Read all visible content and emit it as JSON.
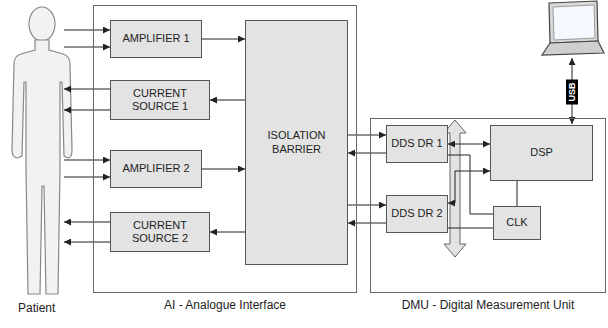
{
  "diagram": {
    "nodes": [
      {
        "text": [
          "AI - Analogue Interface"
        ]
      },
      {
        "text": [
          "AMPLIFIER 1"
        ],
        "in": 0
      },
      {
        "text": [
          "CURRENT SOURCE 1"
        ],
        "in": 0
      },
      {
        "text": [
          "AMPLIFIER 2"
        ],
        "in": 0
      },
      {
        "text": [
          "CURRENT SOURCE 2"
        ],
        "in": 0
      },
      {
        "text": [
          "ISOLATION BARRIER"
        ],
        "in": 0
      },
      {
        "text": [
          "DMU - Digital Measurement Unit"
        ]
      },
      {
        "text": [
          "DDS DR 1"
        ],
        "in": 6
      },
      {
        "text": [
          "DDS DR 2"
        ],
        "in": 6
      },
      {
        "text": [
          "DSP"
        ],
        "in": 6
      },
      {
        "text": [
          "CLK"
        ],
        "in": 6
      }
    ],
    "edges": [
      {
        "from": 1,
        "to": 5,
        "arrow": "to"
      },
      {
        "from": 5,
        "to": 2,
        "arrow": "to"
      },
      {
        "from": 3,
        "to": 5,
        "arrow": "to"
      },
      {
        "from": 5,
        "to": 4,
        "arrow": "to"
      },
      {
        "from": 5,
        "to": 7,
        "arrow": "to"
      },
      {
        "from": 7,
        "to": 5,
        "arrow": "to"
      },
      {
        "from": 5,
        "to": 8,
        "arrow": "to"
      },
      {
        "from": 8,
        "to": 5,
        "arrow": "to"
      },
      {
        "from": 7,
        "to": 9,
        "arrow": "both"
      },
      {
        "from": 8,
        "to": 9,
        "arrow": "both"
      },
      {
        "from": 9,
        "to": 10,
        "arrow": "none"
      },
      {
        "from": 10,
        "to": 7,
        "arrow": "none"
      },
      {
        "from": 10,
        "to": 8,
        "arrow": "none"
      }
    ],
    "labels": [
      "Patient",
      "USB"
    ]
  }
}
